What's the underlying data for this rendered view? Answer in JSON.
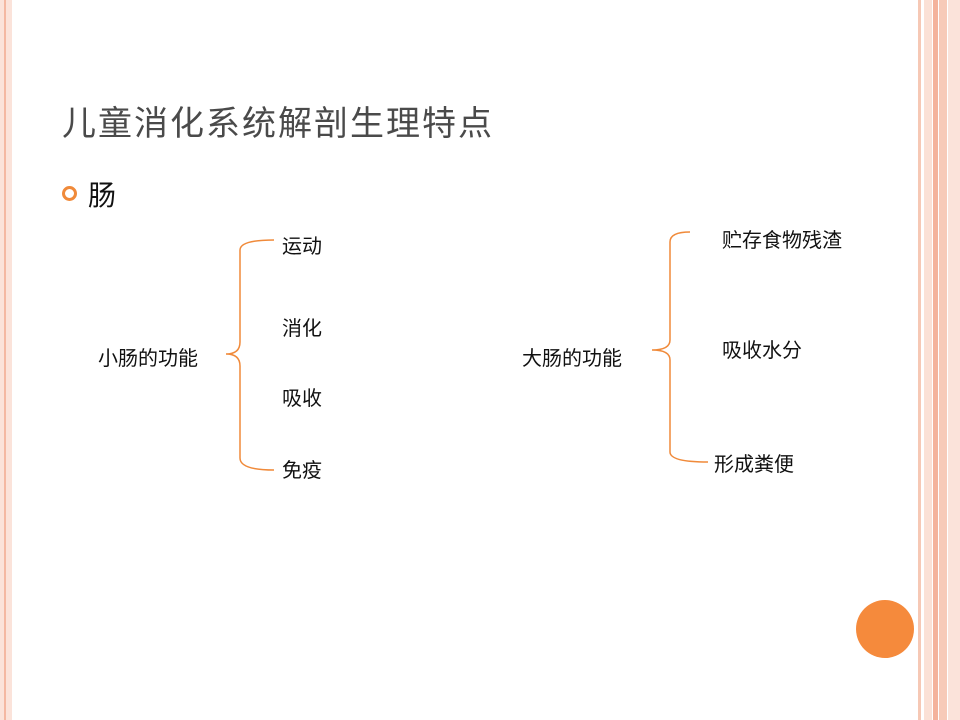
{
  "slide": {
    "title": "儿童消化系统解剖生理特点",
    "bullet": "肠",
    "small_intestine": {
      "label": "小肠的功能",
      "items": [
        "运动",
        "消化",
        "吸收",
        "免疫"
      ]
    },
    "large_intestine": {
      "label": "大肠的功能",
      "items": [
        "贮存食物残渣",
        "吸收水分",
        "形成粪便"
      ]
    }
  },
  "colors": {
    "accent": "#f08a3a",
    "circle": "#f58a3c",
    "title_text": "#4a4a4a"
  }
}
